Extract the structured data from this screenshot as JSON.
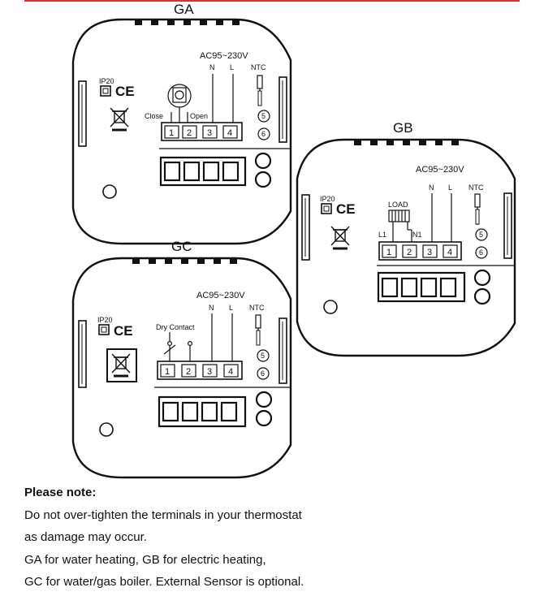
{
  "units": [
    {
      "id": "GA",
      "label": "GA",
      "voltage": "AC95~230V",
      "terminal_letters": [
        "N",
        "L"
      ],
      "sensor_label": "NTC",
      "sensor_terminals": [
        "5",
        "6"
      ],
      "rating": "IP20",
      "ce_mark": "CE",
      "terminals": [
        "1",
        "2",
        "3",
        "4"
      ],
      "device_labels": [
        "Close",
        "Open"
      ]
    },
    {
      "id": "GB",
      "label": "GB",
      "voltage": "AC95~230V",
      "terminal_letters": [
        "N",
        "L"
      ],
      "sensor_label": "NTC",
      "sensor_terminals": [
        "5",
        "6"
      ],
      "rating": "IP20",
      "ce_mark": "CE",
      "terminals": [
        "1",
        "2",
        "3",
        "4"
      ],
      "device_labels": [
        "LOAD",
        "L1",
        "N1"
      ]
    },
    {
      "id": "GC",
      "label": "GC",
      "voltage": "AC95~230V",
      "terminal_letters": [
        "N",
        "L"
      ],
      "sensor_label": "NTC",
      "sensor_terminals": [
        "5",
        "6"
      ],
      "rating": "IP20",
      "ce_mark": "CE",
      "terminals": [
        "1",
        "2",
        "3",
        "4"
      ],
      "device_labels": [
        "Dry Contact"
      ]
    }
  ],
  "note": {
    "title": "Please note:",
    "lines": [
      "Do not over-tighten the terminals in your thermostat",
      "as damage may occur.",
      "GA for water heating, GB for electric heating,",
      "GC for water/gas boiler. External Sensor is optional."
    ]
  },
  "colors": {
    "top_rule": "#e0301e",
    "line": "#111111"
  }
}
